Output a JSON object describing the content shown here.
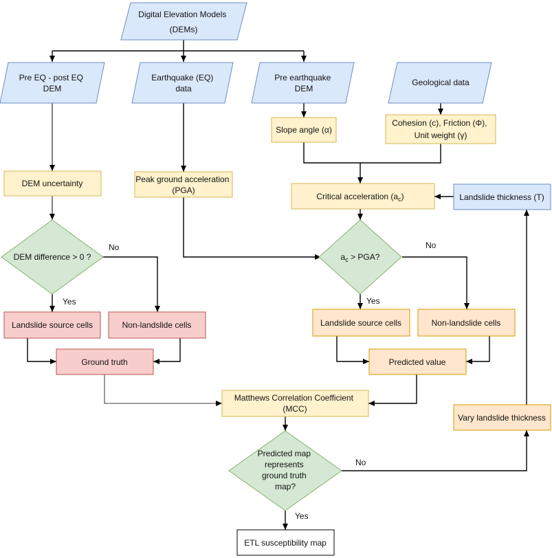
{
  "colors": {
    "input_fill": "#dae8fc",
    "input_stroke": "#6c8ebf",
    "process_fill": "#fff2cc",
    "process_stroke": "#d6b656",
    "decision_fill": "#d5e8d4",
    "decision_stroke": "#82b366",
    "truth_fill": "#f8cecc",
    "truth_stroke": "#b85450",
    "pred_fill": "#ffe6cc",
    "pred_stroke": "#d79b00",
    "final_fill": "#ffffff",
    "final_stroke": "#000000",
    "edge": "#000000"
  },
  "nodes": {
    "dem": {
      "lines": [
        "Digital Elevation Models",
        "(DEMs)"
      ]
    },
    "pre_post": {
      "lines": [
        "Pre EQ - post EQ",
        "DEM"
      ]
    },
    "eq_data": {
      "lines": [
        "Earthquake (EQ)",
        "data"
      ]
    },
    "pre_eq": {
      "lines": [
        "Pre earthquake",
        "DEM"
      ]
    },
    "geo": {
      "lines": [
        "Geological data"
      ]
    },
    "slope": {
      "lines": [
        "Slope angle (α)"
      ]
    },
    "cohesion": {
      "lines": [
        "Cohesion (c), Friction (Φ),",
        "Unit weight (γ)"
      ]
    },
    "dem_unc": {
      "lines": [
        "DEM uncertainty"
      ]
    },
    "pga": {
      "lines": [
        "Peak ground acceleration",
        "(PGA)"
      ]
    },
    "crit": {
      "label": "Critical acceleration (a",
      "sub": "c",
      "tail": ")"
    },
    "thickness": {
      "lines": [
        "Landslide thickness (T)"
      ]
    },
    "dem_diff": {
      "lines": [
        "DEM difference > 0 ?"
      ]
    },
    "ac_pga": {
      "label": "a",
      "sub": "c",
      "tail": " > PGA?"
    },
    "ls_src_1": {
      "lines": [
        "Landslide source cells"
      ]
    },
    "non_ls_1": {
      "lines": [
        "Non-landslide cells"
      ]
    },
    "ls_src_2": {
      "lines": [
        "Landslide source cells"
      ]
    },
    "non_ls_2": {
      "lines": [
        "Non-landslide cells"
      ]
    },
    "ground_truth": {
      "lines": [
        "Ground truth"
      ]
    },
    "predicted": {
      "lines": [
        "Predicted value"
      ]
    },
    "mcc": {
      "lines": [
        "Matthews Correlation Coefficient",
        "(MCC)"
      ]
    },
    "vary": {
      "lines": [
        "Vary landslide thickness"
      ]
    },
    "pred_map": {
      "lines": [
        "Predicted map",
        "represents",
        "ground truth",
        "map?"
      ]
    },
    "etl": {
      "lines": [
        "ETL susceptibility map"
      ]
    }
  },
  "edge_labels": {
    "no_1": "No",
    "yes_1": "Yes",
    "no_2": "No",
    "yes_2": "Yes",
    "no_3": "No",
    "yes_3": "Yes"
  }
}
